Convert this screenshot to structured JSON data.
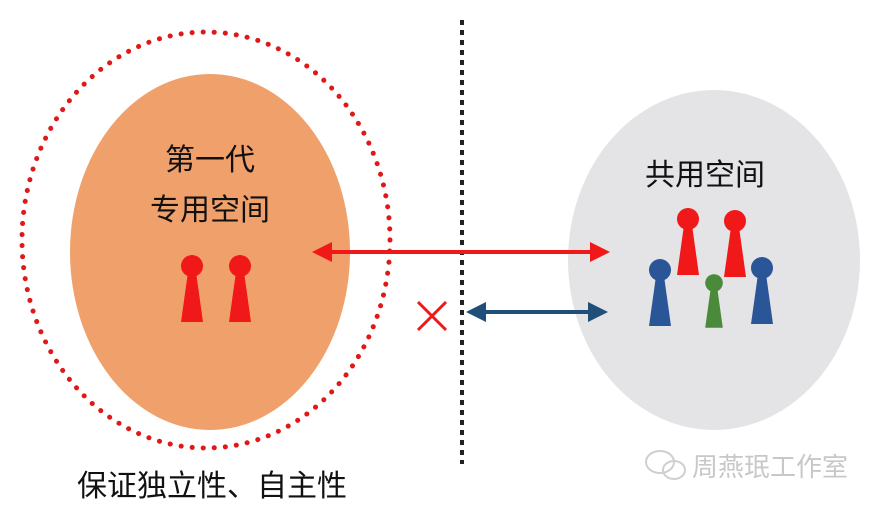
{
  "left": {
    "title_line1": "第一代",
    "title_line2": "专用空间",
    "caption": "保证独立性、自主性",
    "people": [
      "red",
      "red"
    ]
  },
  "right": {
    "title": "共用空间",
    "people": [
      "blue",
      "red",
      "green",
      "red",
      "blue"
    ]
  },
  "watermark": "周燕珉工作室",
  "colors": {
    "orange": "#f0a06a",
    "gray": "#e4e4e6",
    "red": "#f01818",
    "blue": "#2a5596",
    "green": "#4a8a3a",
    "dark_blue_arrow": "#1f4e79"
  }
}
